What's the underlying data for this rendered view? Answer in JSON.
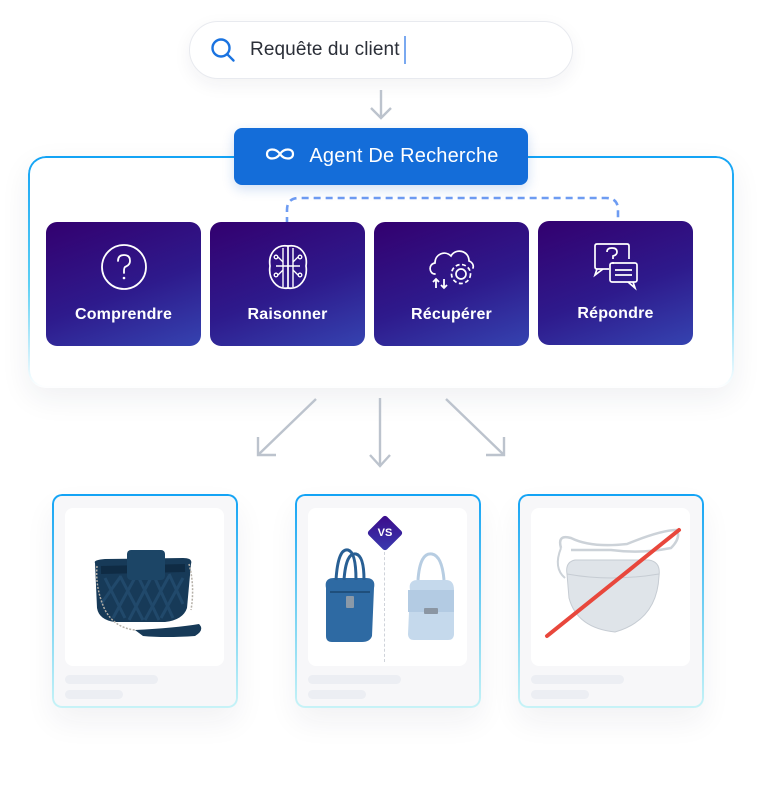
{
  "search": {
    "text": "Requête du client",
    "icon": "search-icon"
  },
  "agent": {
    "label": "Agent De Recherche",
    "icon": "infinity-icon"
  },
  "steps": [
    {
      "label": "Comprendre",
      "icon": "question-circle-icon"
    },
    {
      "label": "Raisonner",
      "icon": "brain-circuit-icon"
    },
    {
      "label": "Récupérer",
      "icon": "cloud-sync-gear-icon"
    },
    {
      "label": "Répondre",
      "icon": "chat-question-answer-icon"
    }
  ],
  "results": [
    {
      "name": "single-product-result",
      "description": "navy woven crossbody bag with chain strap"
    },
    {
      "name": "comparison-result",
      "badge": "VS",
      "description": "blue satchel vs light blue top-handle bag"
    },
    {
      "name": "excluded-result",
      "description": "light grey saddle bag crossed out in red"
    }
  ],
  "colors": {
    "accent_blue": "#146dd9",
    "step_purple": "#33006f",
    "border_cyan": "#13a3f5",
    "strike_red": "#e8473c",
    "arrow_grey": "#bcc3cd"
  }
}
